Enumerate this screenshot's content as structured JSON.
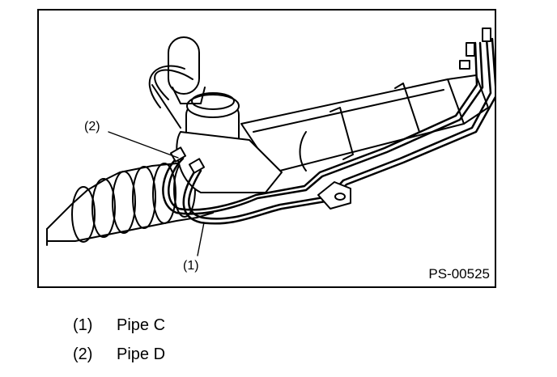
{
  "figure": {
    "code": "PS-00525",
    "callouts": [
      {
        "label": "(2)",
        "part": "pipe-d"
      },
      {
        "label": "(1)",
        "part": "pipe-c"
      }
    ]
  },
  "legend": [
    {
      "number": "(1)",
      "text": "Pipe C"
    },
    {
      "number": "(2)",
      "text": "Pipe D"
    }
  ]
}
